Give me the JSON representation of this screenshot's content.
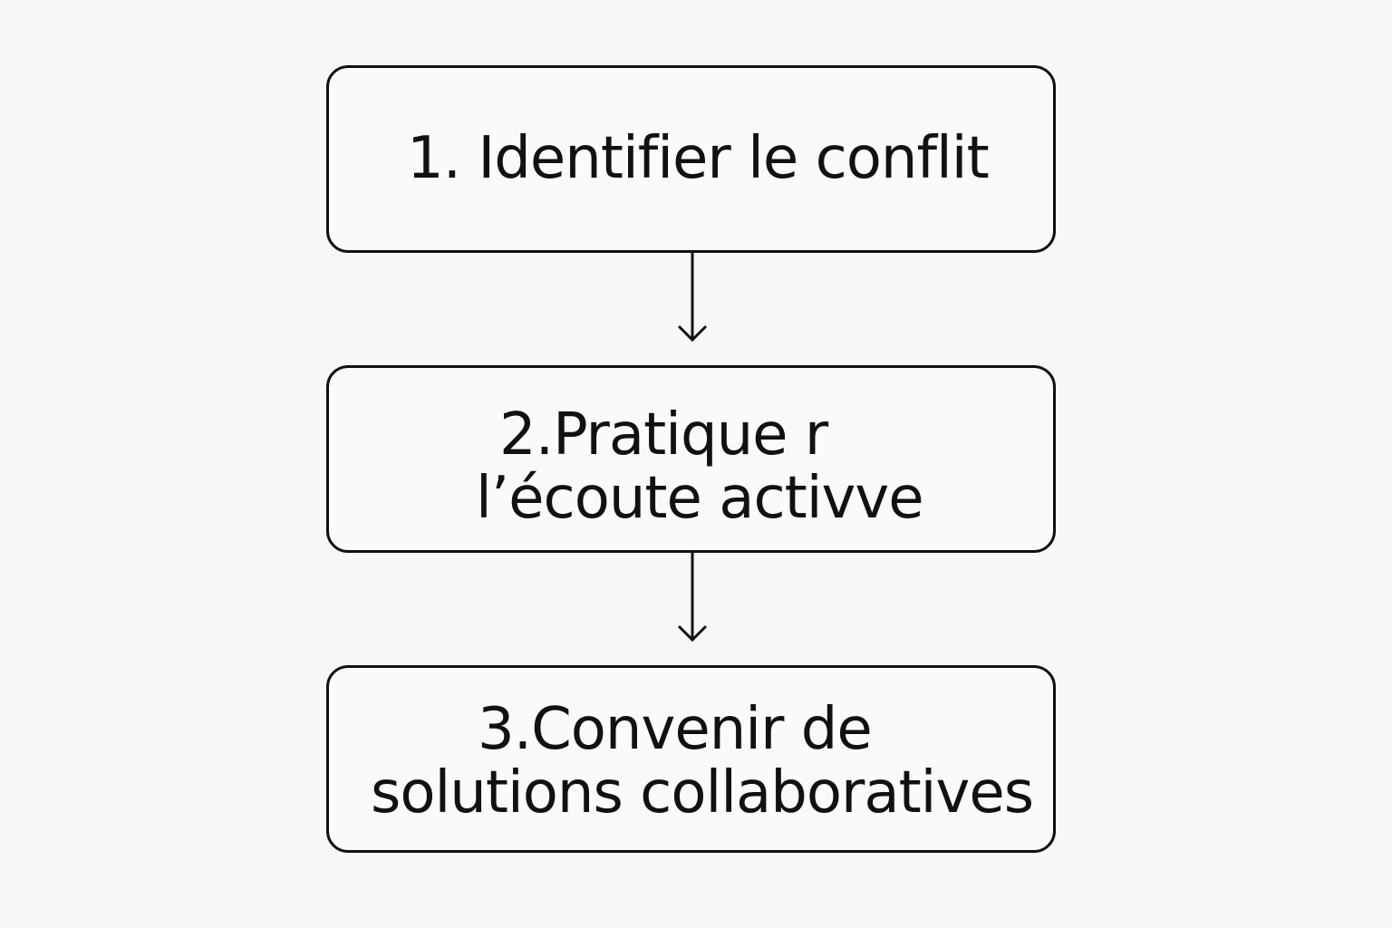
{
  "steps": [
    {
      "lines": [
        "1. Identifier le conflit"
      ]
    },
    {
      "lines": [
        "2.Pratique r",
        "l’écoute activve"
      ]
    },
    {
      "lines": [
        "3.Convenir de",
        "solutions collaboratives"
      ]
    }
  ],
  "colors": {
    "background": "#f7f7f7",
    "stroke": "#111111",
    "text": "#111111"
  }
}
